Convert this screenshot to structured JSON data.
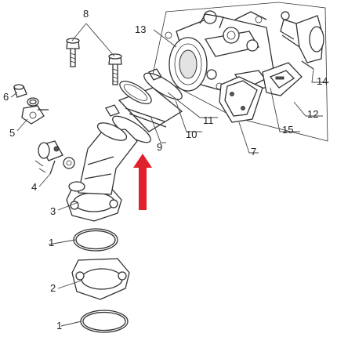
{
  "diagram": {
    "callouts": [
      {
        "id": "1a",
        "label": "1"
      },
      {
        "id": "1b",
        "label": "1"
      },
      {
        "id": "2",
        "label": "2"
      },
      {
        "id": "3",
        "label": "3"
      },
      {
        "id": "4",
        "label": "4"
      },
      {
        "id": "5",
        "label": "5"
      },
      {
        "id": "6",
        "label": "6"
      },
      {
        "id": "7",
        "label": "7"
      },
      {
        "id": "8",
        "label": "8"
      },
      {
        "id": "9",
        "label": "9"
      },
      {
        "id": "10",
        "label": "10"
      },
      {
        "id": "11",
        "label": "11"
      },
      {
        "id": "12",
        "label": "12"
      },
      {
        "id": "13",
        "label": "13"
      },
      {
        "id": "14",
        "label": "14"
      },
      {
        "id": "15",
        "label": "15"
      }
    ],
    "arrow_color": "#e0202a",
    "line_color": "#333333"
  }
}
